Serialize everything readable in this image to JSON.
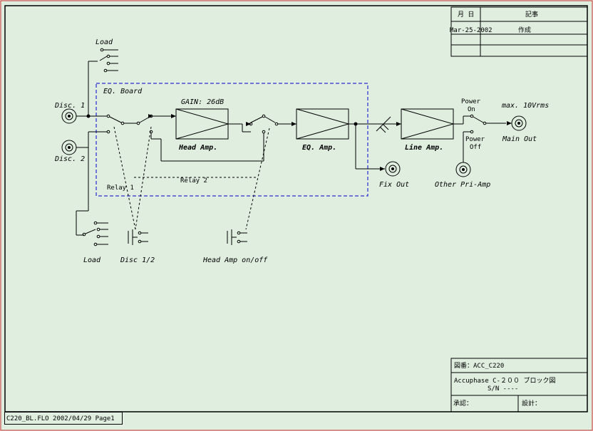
{
  "revision_table": {
    "header_month_day": "月 日",
    "header_notes": "記事",
    "row1_date": "Mar-25-2002",
    "row1_note": "作成"
  },
  "title_block": {
    "drawing_no": "図番：ACC_C220",
    "drawing_title": "Accuphase C-２００ ブロック図",
    "serial": "S/N ----",
    "approved": "承認：",
    "designed": "設計："
  },
  "footer": "C220_BL.FLO 2002/04/29 Page1",
  "diagram": {
    "eq_board": "EQ. Board",
    "gain": "GAIN: 26dB",
    "disc1": "Disc. 1",
    "disc2": "Disc. 2",
    "load_top": "Load",
    "load_bottom": "Load",
    "head_amp": "Head Amp.",
    "eq_amp": "EQ. Amp.",
    "line_amp": "Line Amp.",
    "relay1": "Relay 1",
    "relay2": "Relay 2",
    "disc_sel": "Disc 1/2",
    "head_amp_onoff": "Head Amp on/off",
    "fix_out": "Fix Out",
    "power_on_1": "Power",
    "power_on_2": "On",
    "power_off_1": "Power",
    "power_off_2": "Off",
    "other_pri_amp": "Other Pri-Amp",
    "max_level": "max. 10Vrms",
    "main_out": "Main Out"
  },
  "colors": {
    "background": "#e0eee0",
    "frame": "#000000",
    "outer_border": "#cc3333",
    "eq_board_border": "#0000cc"
  }
}
